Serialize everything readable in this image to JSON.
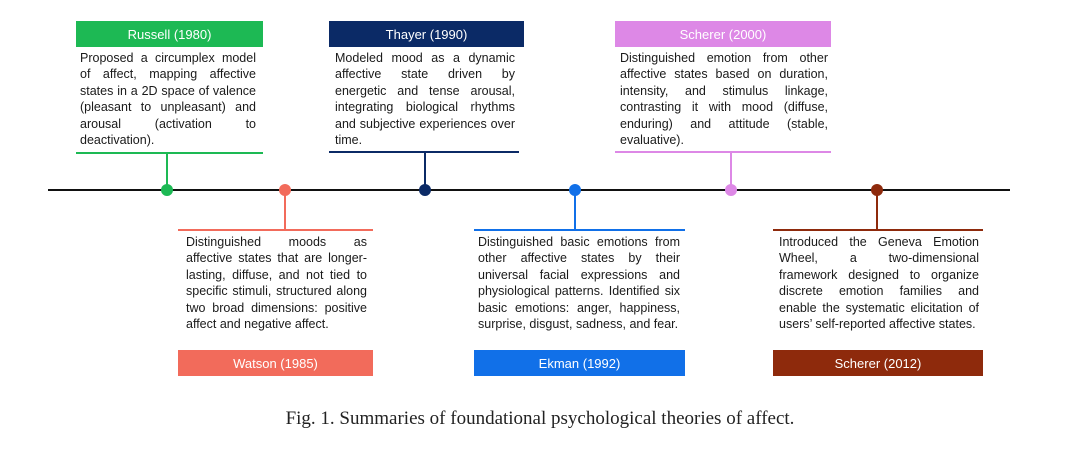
{
  "caption": "Fig. 1. Summaries of foundational psychological theories of affect.",
  "events": [
    {
      "label": "Russell (1980)",
      "color": "#1db954",
      "position": "above",
      "text": "Proposed a circumplex model of affect, mapping affective states in a 2D space of valence (pleasant to unpleasant) and arousal (activation to deactivation)."
    },
    {
      "label": "Watson (1985)",
      "color": "#f26b5b",
      "position": "below",
      "text": "Distinguished moods as affective states that are longer-lasting, diffuse, and not tied to specific stimuli, structured along two broad dimensions: positive affect and negative affect."
    },
    {
      "label": "Thayer (1990)",
      "color": "#0b2a66",
      "position": "above",
      "text": "Modeled mood as a dynamic affective state driven by energetic and tense arousal, integrating biological rhythms and subjective experiences over time."
    },
    {
      "label": "Ekman (1992)",
      "color": "#1170e8",
      "position": "below",
      "text": "Distinguished basic emotions from other affective states by their universal facial expressions and physiological patterns. Identified six basic emotions: anger, happiness, surprise, disgust, sadness, and fear."
    },
    {
      "label": "Scherer (2000)",
      "color": "#dd88e6",
      "position": "above",
      "text": "Distinguished emotion from other affective states based on duration, intensity, and stimulus linkage, contrasting it with mood (diffuse, enduring) and attitude (stable, evaluative)."
    },
    {
      "label": "Scherer (2012)",
      "color": "#8e2a0c",
      "position": "below",
      "text": "Introduced the Geneva Emotion Wheel, a two-dimensional framework designed to organize discrete emotion families and enable the systematic elicitation of users’ self-reported affective states."
    }
  ]
}
